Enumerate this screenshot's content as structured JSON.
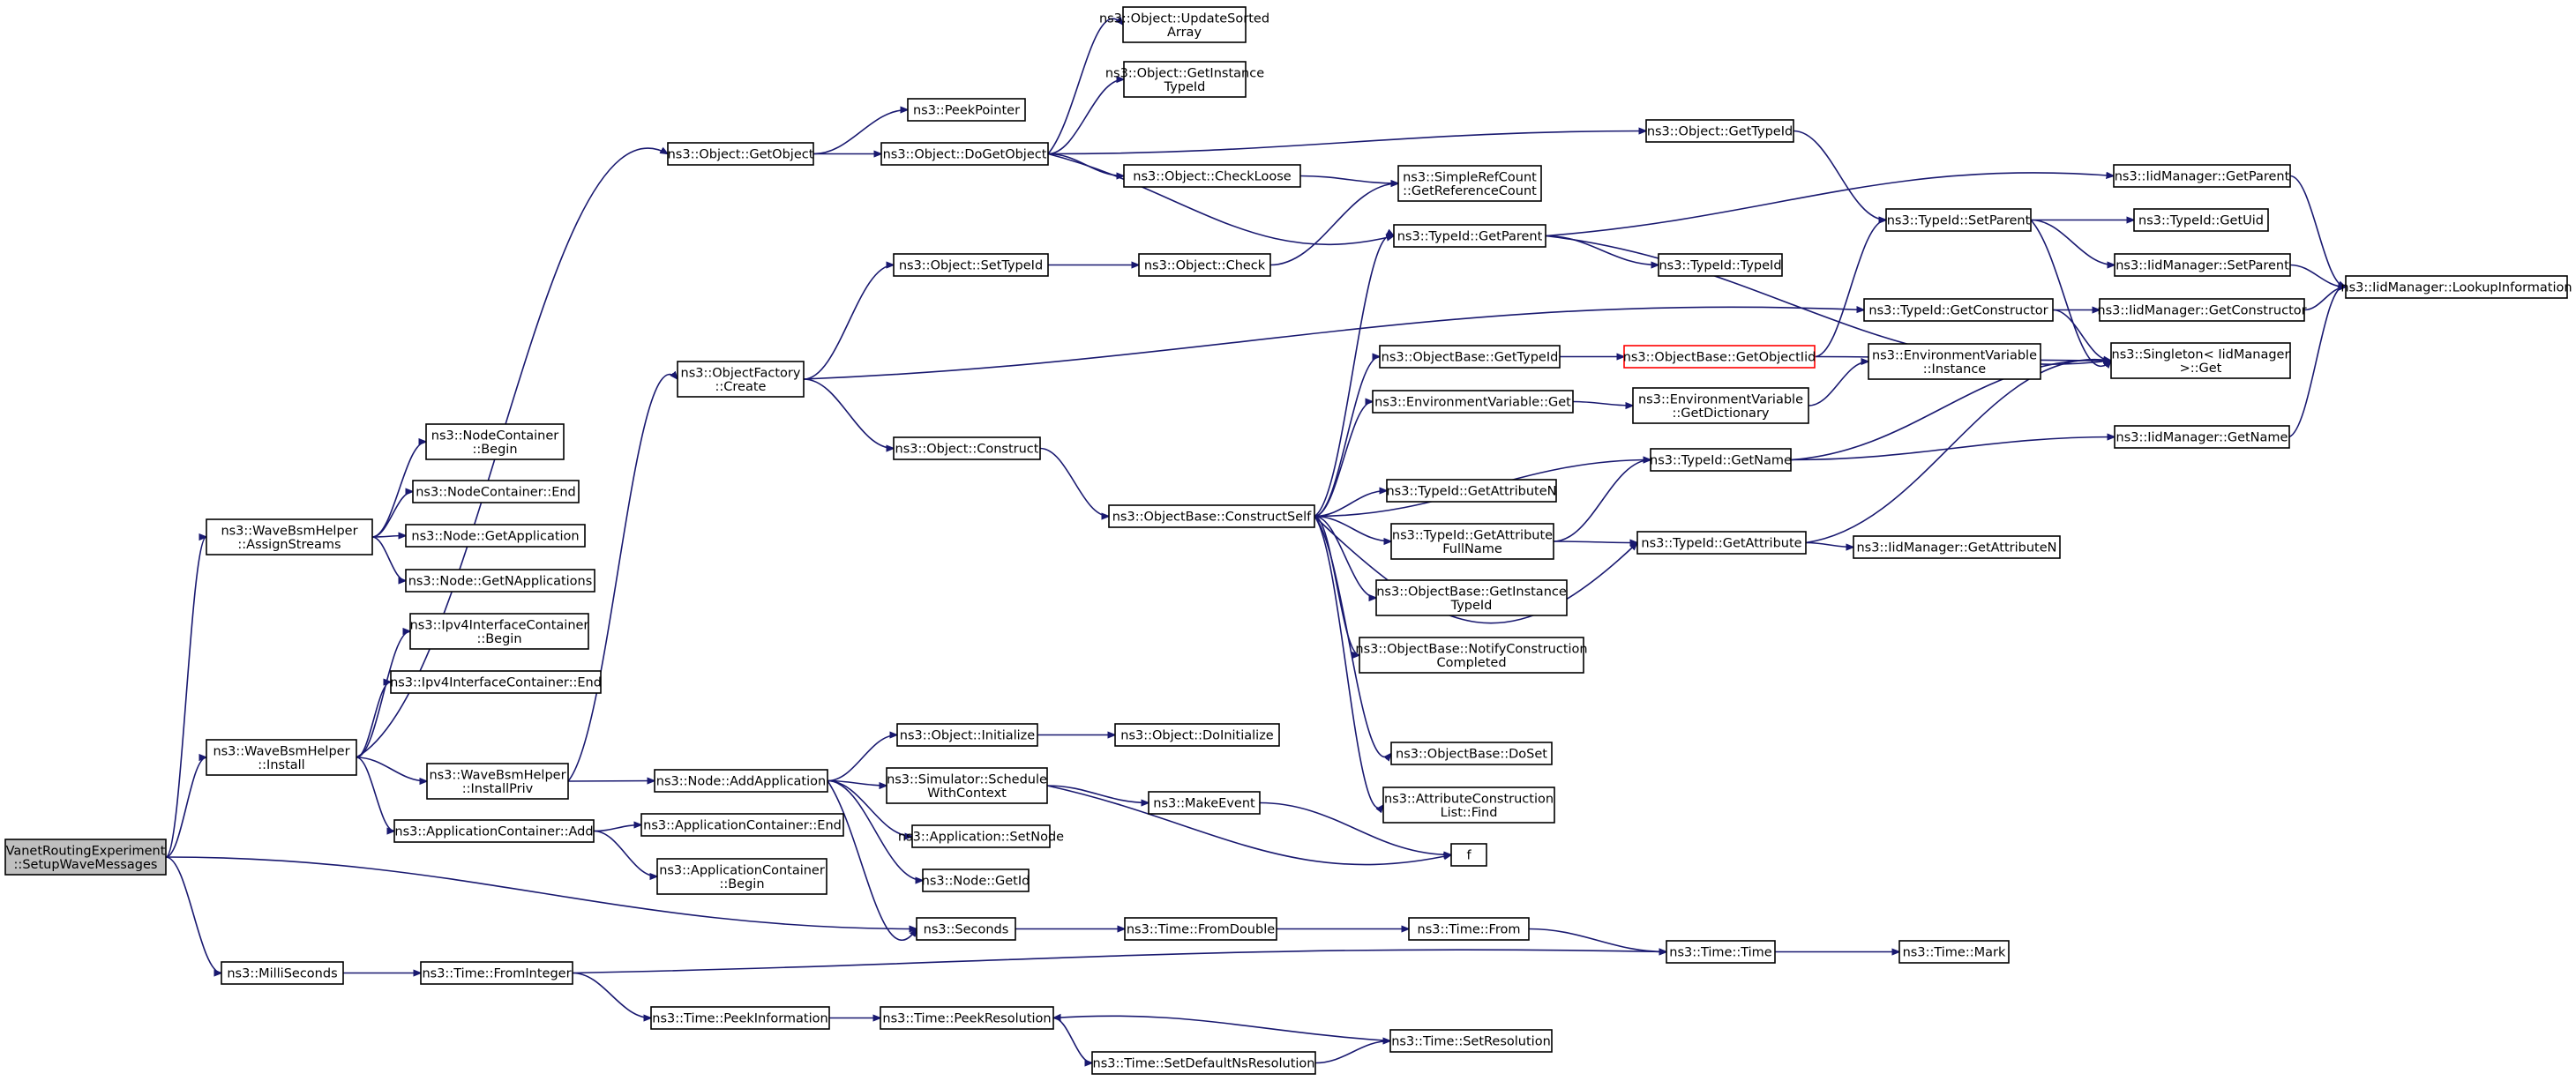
{
  "colors": {
    "edge": "#191970",
    "node_border": "#000000",
    "root_fill": "#bfbfbf",
    "error_border": "#ff0000",
    "background": "#ffffff"
  },
  "nodes": [
    {
      "id": "setup",
      "lines": [
        "VanetRoutingExperiment",
        "::SetupWaveMessages"
      ],
      "kind": "root"
    },
    {
      "id": "assign",
      "lines": [
        "ns3::WaveBsmHelper",
        "::AssignStreams"
      ]
    },
    {
      "id": "install",
      "lines": [
        "ns3::WaveBsmHelper",
        "::Install"
      ]
    },
    {
      "id": "milli",
      "lines": [
        "ns3::MilliSeconds"
      ]
    },
    {
      "id": "seconds",
      "lines": [
        "ns3::Seconds"
      ]
    },
    {
      "id": "nc_begin",
      "lines": [
        "ns3::NodeContainer",
        "::Begin"
      ]
    },
    {
      "id": "nc_end",
      "lines": [
        "ns3::NodeContainer::End"
      ]
    },
    {
      "id": "node_getapp",
      "lines": [
        "ns3::Node::GetApplication"
      ]
    },
    {
      "id": "node_getnapp",
      "lines": [
        "ns3::Node::GetNApplications"
      ]
    },
    {
      "id": "ipv4_begin",
      "lines": [
        "ns3::Ipv4InterfaceContainer",
        "::Begin"
      ]
    },
    {
      "id": "ipv4_end",
      "lines": [
        "ns3::Ipv4InterfaceContainer::End"
      ]
    },
    {
      "id": "getobject",
      "lines": [
        "ns3::Object::GetObject"
      ]
    },
    {
      "id": "installpriv",
      "lines": [
        "ns3::WaveBsmHelper",
        "::InstallPriv"
      ]
    },
    {
      "id": "appc_add",
      "lines": [
        "ns3::ApplicationContainer::Add"
      ]
    },
    {
      "id": "fromint",
      "lines": [
        "ns3::Time::FromInteger"
      ]
    },
    {
      "id": "peekpointer",
      "lines": [
        "ns3::PeekPointer"
      ]
    },
    {
      "id": "dogetobject",
      "lines": [
        "ns3::Object::DoGetObject"
      ]
    },
    {
      "id": "objfactory",
      "lines": [
        "ns3::ObjectFactory",
        "::Create"
      ]
    },
    {
      "id": "addapp",
      "lines": [
        "ns3::Node::AddApplication"
      ]
    },
    {
      "id": "appc_end",
      "lines": [
        "ns3::ApplicationContainer::End"
      ]
    },
    {
      "id": "appc_begin",
      "lines": [
        "ns3::ApplicationContainer",
        "::Begin"
      ]
    },
    {
      "id": "peekinfo",
      "lines": [
        "ns3::Time::PeekInformation"
      ]
    },
    {
      "id": "updsorted",
      "lines": [
        "ns3::Object::UpdateSorted",
        "Array"
      ]
    },
    {
      "id": "getinsttid",
      "lines": [
        "ns3::Object::GetInstance",
        "TypeId"
      ]
    },
    {
      "id": "checkloose",
      "lines": [
        "ns3::Object::CheckLoose"
      ]
    },
    {
      "id": "settypeid",
      "lines": [
        "ns3::Object::SetTypeId"
      ]
    },
    {
      "id": "objconstruct",
      "lines": [
        "ns3::Object::Construct"
      ]
    },
    {
      "id": "objinit",
      "lines": [
        "ns3::Object::Initialize"
      ]
    },
    {
      "id": "schedctx",
      "lines": [
        "ns3::Simulator::Schedule",
        "WithContext"
      ]
    },
    {
      "id": "appsetnode",
      "lines": [
        "ns3::Application::SetNode"
      ]
    },
    {
      "id": "nodegetid",
      "lines": [
        "ns3::Node::GetId"
      ]
    },
    {
      "id": "peekres",
      "lines": [
        "ns3::Time::PeekResolution"
      ]
    },
    {
      "id": "objcheck",
      "lines": [
        "ns3::Object::Check"
      ]
    },
    {
      "id": "constructself",
      "lines": [
        "ns3::ObjectBase::ConstructSelf"
      ]
    },
    {
      "id": "doinit",
      "lines": [
        "ns3::Object::DoInitialize"
      ]
    },
    {
      "id": "makeevent",
      "lines": [
        "ns3::MakeEvent"
      ]
    },
    {
      "id": "fromdouble",
      "lines": [
        "ns3::Time::FromDouble"
      ]
    },
    {
      "id": "setdefres",
      "lines": [
        "ns3::Time::SetDefaultNsResolution"
      ]
    },
    {
      "id": "simplerefcount",
      "lines": [
        "ns3::SimpleRefCount",
        "::GetReferenceCount"
      ]
    },
    {
      "id": "tid_getparent",
      "lines": [
        "ns3::TypeId::GetParent"
      ]
    },
    {
      "id": "ob_gettypeid",
      "lines": [
        "ns3::ObjectBase::GetTypeId"
      ]
    },
    {
      "id": "env_get",
      "lines": [
        "ns3::EnvironmentVariable::Get"
      ]
    },
    {
      "id": "tid_getattrn",
      "lines": [
        "ns3::TypeId::GetAttributeN"
      ]
    },
    {
      "id": "tid_getattrfull",
      "lines": [
        "ns3::TypeId::GetAttribute",
        "FullName"
      ]
    },
    {
      "id": "ob_getinsttid",
      "lines": [
        "ns3::ObjectBase::GetInstance",
        "TypeId"
      ]
    },
    {
      "id": "ob_notify",
      "lines": [
        "ns3::ObjectBase::NotifyConstruction",
        "Completed"
      ]
    },
    {
      "id": "ob_doset",
      "lines": [
        "ns3::ObjectBase::DoSet"
      ]
    },
    {
      "id": "attrconst",
      "lines": [
        "ns3::AttributeConstruction",
        "List::Find"
      ]
    },
    {
      "id": "f",
      "lines": [
        "f"
      ]
    },
    {
      "id": "timefrom",
      "lines": [
        "ns3::Time::From"
      ]
    },
    {
      "id": "setres",
      "lines": [
        "ns3::Time::SetResolution"
      ]
    },
    {
      "id": "obj_gettypeid",
      "lines": [
        "ns3::Object::GetTypeId"
      ]
    },
    {
      "id": "tid_typeid",
      "lines": [
        "ns3::TypeId::TypeId"
      ]
    },
    {
      "id": "ob_getobjtid",
      "lines": [
        "ns3::ObjectBase::GetObjectIid"
      ],
      "kind": "error"
    },
    {
      "id": "env_dict",
      "lines": [
        "ns3::EnvironmentVariable",
        "::GetDictionary"
      ]
    },
    {
      "id": "tid_getname",
      "lines": [
        "ns3::TypeId::GetName"
      ]
    },
    {
      "id": "tid_getattr",
      "lines": [
        "ns3::TypeId::GetAttribute"
      ]
    },
    {
      "id": "timetime",
      "lines": [
        "ns3::Time::Time"
      ]
    },
    {
      "id": "tid_setparent",
      "lines": [
        "ns3::TypeId::SetParent"
      ]
    },
    {
      "id": "tid_getctor",
      "lines": [
        "ns3::TypeId::GetConstructor"
      ]
    },
    {
      "id": "env_instance",
      "lines": [
        "ns3::EnvironmentVariable",
        "::Instance"
      ]
    },
    {
      "id": "timemark",
      "lines": [
        "ns3::Time::Mark"
      ]
    },
    {
      "id": "iid_getparent",
      "lines": [
        "ns3::IidManager::GetParent"
      ]
    },
    {
      "id": "tid_getuid",
      "lines": [
        "ns3::TypeId::GetUid"
      ]
    },
    {
      "id": "iid_setparent",
      "lines": [
        "ns3::IidManager::SetParent"
      ]
    },
    {
      "id": "iid_getctor",
      "lines": [
        "ns3::IidManager::GetConstructor"
      ]
    },
    {
      "id": "singleton",
      "lines": [
        "ns3::Singleton< IidManager",
        ">::Get"
      ]
    },
    {
      "id": "iid_getname",
      "lines": [
        "ns3::IidManager::GetName"
      ]
    },
    {
      "id": "iid_getattrn",
      "lines": [
        "ns3::IidManager::GetAttributeN"
      ]
    },
    {
      "id": "iid_lookup",
      "lines": [
        "ns3::IidManager::LookupInformation"
      ]
    }
  ],
  "edges": [
    [
      "setup",
      "assign"
    ],
    [
      "setup",
      "install"
    ],
    [
      "setup",
      "milli"
    ],
    [
      "setup",
      "seconds"
    ],
    [
      "assign",
      "nc_begin"
    ],
    [
      "assign",
      "nc_end"
    ],
    [
      "assign",
      "node_getapp"
    ],
    [
      "assign",
      "node_getnapp"
    ],
    [
      "install",
      "ipv4_begin"
    ],
    [
      "install",
      "ipv4_end"
    ],
    [
      "install",
      "getobject"
    ],
    [
      "install",
      "installpriv"
    ],
    [
      "install",
      "appc_add"
    ],
    [
      "milli",
      "fromint"
    ],
    [
      "getobject",
      "peekpointer"
    ],
    [
      "getobject",
      "dogetobject"
    ],
    [
      "installpriv",
      "objfactory"
    ],
    [
      "installpriv",
      "addapp"
    ],
    [
      "appc_add",
      "appc_end"
    ],
    [
      "appc_add",
      "appc_begin"
    ],
    [
      "fromint",
      "peekinfo"
    ],
    [
      "fromint",
      "timetime"
    ],
    [
      "dogetobject",
      "updsorted"
    ],
    [
      "dogetobject",
      "getinsttid"
    ],
    [
      "dogetobject",
      "checkloose"
    ],
    [
      "dogetobject",
      "obj_gettypeid"
    ],
    [
      "dogetobject",
      "tid_getparent"
    ],
    [
      "objfactory",
      "settypeid"
    ],
    [
      "objfactory",
      "objconstruct"
    ],
    [
      "objfactory",
      "tid_getctor"
    ],
    [
      "addapp",
      "objinit"
    ],
    [
      "addapp",
      "schedctx"
    ],
    [
      "addapp",
      "appsetnode"
    ],
    [
      "addapp",
      "nodegetid"
    ],
    [
      "addapp",
      "seconds"
    ],
    [
      "peekinfo",
      "peekres"
    ],
    [
      "checkloose",
      "simplerefcount"
    ],
    [
      "settypeid",
      "objcheck"
    ],
    [
      "objconstruct",
      "constructself"
    ],
    [
      "objinit",
      "doinit"
    ],
    [
      "schedctx",
      "makeevent"
    ],
    [
      "schedctx",
      "f"
    ],
    [
      "seconds",
      "fromdouble"
    ],
    [
      "peekres",
      "setdefres"
    ],
    [
      "objcheck",
      "simplerefcount"
    ],
    [
      "constructself",
      "tid_getparent"
    ],
    [
      "constructself",
      "ob_gettypeid"
    ],
    [
      "constructself",
      "env_get"
    ],
    [
      "constructself",
      "tid_getname"
    ],
    [
      "constructself",
      "tid_getattrn"
    ],
    [
      "constructself",
      "tid_getattrfull"
    ],
    [
      "constructself",
      "ob_getinsttid"
    ],
    [
      "constructself",
      "ob_notify"
    ],
    [
      "constructself",
      "tid_getattr"
    ],
    [
      "constructself",
      "ob_doset"
    ],
    [
      "constructself",
      "attrconst"
    ],
    [
      "makeevent",
      "f"
    ],
    [
      "fromdouble",
      "timefrom"
    ],
    [
      "setdefres",
      "setres"
    ],
    [
      "tid_getparent",
      "iid_getparent"
    ],
    [
      "tid_getparent",
      "tid_typeid"
    ],
    [
      "tid_getparent",
      "singleton"
    ],
    [
      "ob_gettypeid",
      "ob_getobjtid"
    ],
    [
      "env_get",
      "env_dict"
    ],
    [
      "tid_getattrfull",
      "tid_getname"
    ],
    [
      "tid_getattrfull",
      "tid_getattr"
    ],
    [
      "timefrom",
      "timetime"
    ],
    [
      "setres",
      "peekres"
    ],
    [
      "obj_gettypeid",
      "tid_setparent"
    ],
    [
      "ob_getobjtid",
      "tid_setparent"
    ],
    [
      "ob_getobjtid",
      "singleton"
    ],
    [
      "env_dict",
      "env_instance"
    ],
    [
      "tid_getname",
      "singleton"
    ],
    [
      "tid_getname",
      "iid_getname"
    ],
    [
      "tid_getattr",
      "iid_getattrn"
    ],
    [
      "tid_getattr",
      "singleton"
    ],
    [
      "timetime",
      "timemark"
    ],
    [
      "tid_setparent",
      "tid_getuid"
    ],
    [
      "tid_setparent",
      "iid_setparent"
    ],
    [
      "tid_setparent",
      "singleton"
    ],
    [
      "tid_getctor",
      "iid_getctor"
    ],
    [
      "tid_getctor",
      "singleton"
    ],
    [
      "iid_getparent",
      "iid_lookup"
    ],
    [
      "iid_setparent",
      "iid_lookup"
    ],
    [
      "iid_getctor",
      "iid_lookup"
    ],
    [
      "iid_getname",
      "iid_lookup"
    ]
  ]
}
